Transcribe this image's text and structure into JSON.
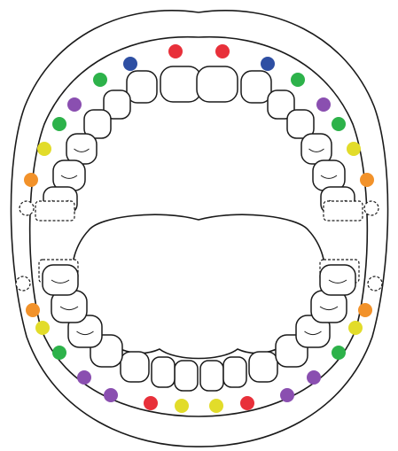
{
  "colors": {
    "line": "#1a1a1a",
    "background": "#ffffff",
    "red": "#e8303a",
    "blue": "#2e4fa3",
    "green": "#2db24a",
    "purple": "#8a4fb0",
    "yellow": "#e2dc2a",
    "orange": "#f2922a"
  },
  "dot_sequence_upper_left": [
    "red",
    "blue",
    "green",
    "purple",
    "green",
    "yellow",
    "orange",
    "missing"
  ],
  "dot_sequence_lower_left": [
    "missing",
    "orange",
    "yellow",
    "green",
    "purple",
    "purple",
    "red",
    "yellow"
  ]
}
